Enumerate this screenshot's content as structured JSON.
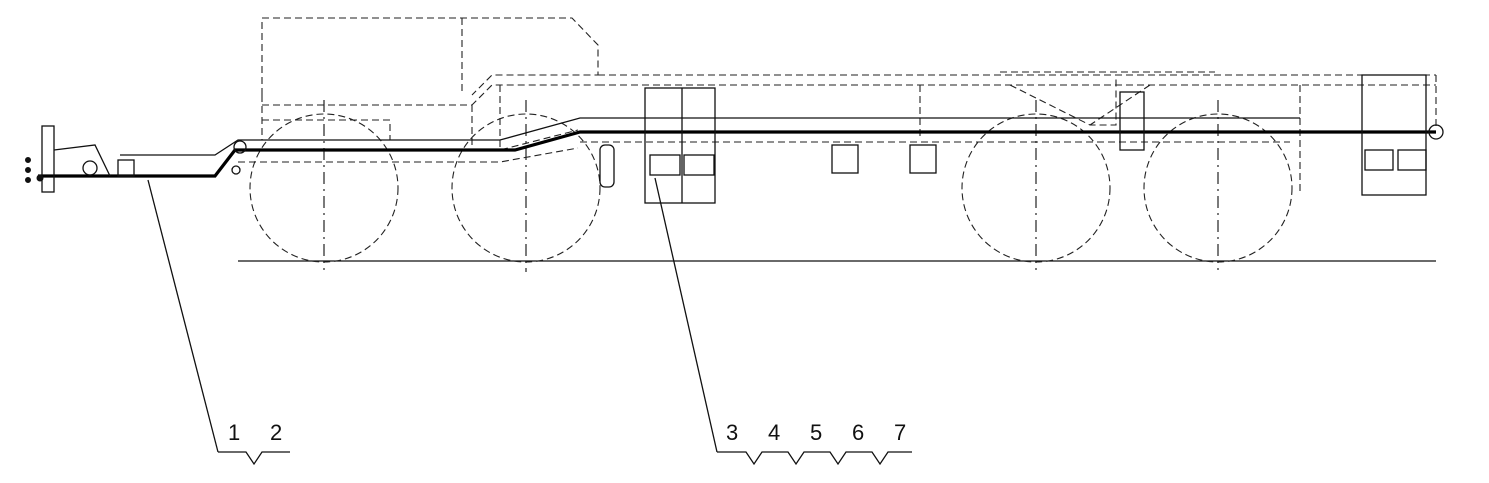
{
  "callouts": {
    "group_a": [
      "1",
      "2"
    ],
    "group_b": [
      "3",
      "4",
      "5",
      "6",
      "7"
    ]
  }
}
